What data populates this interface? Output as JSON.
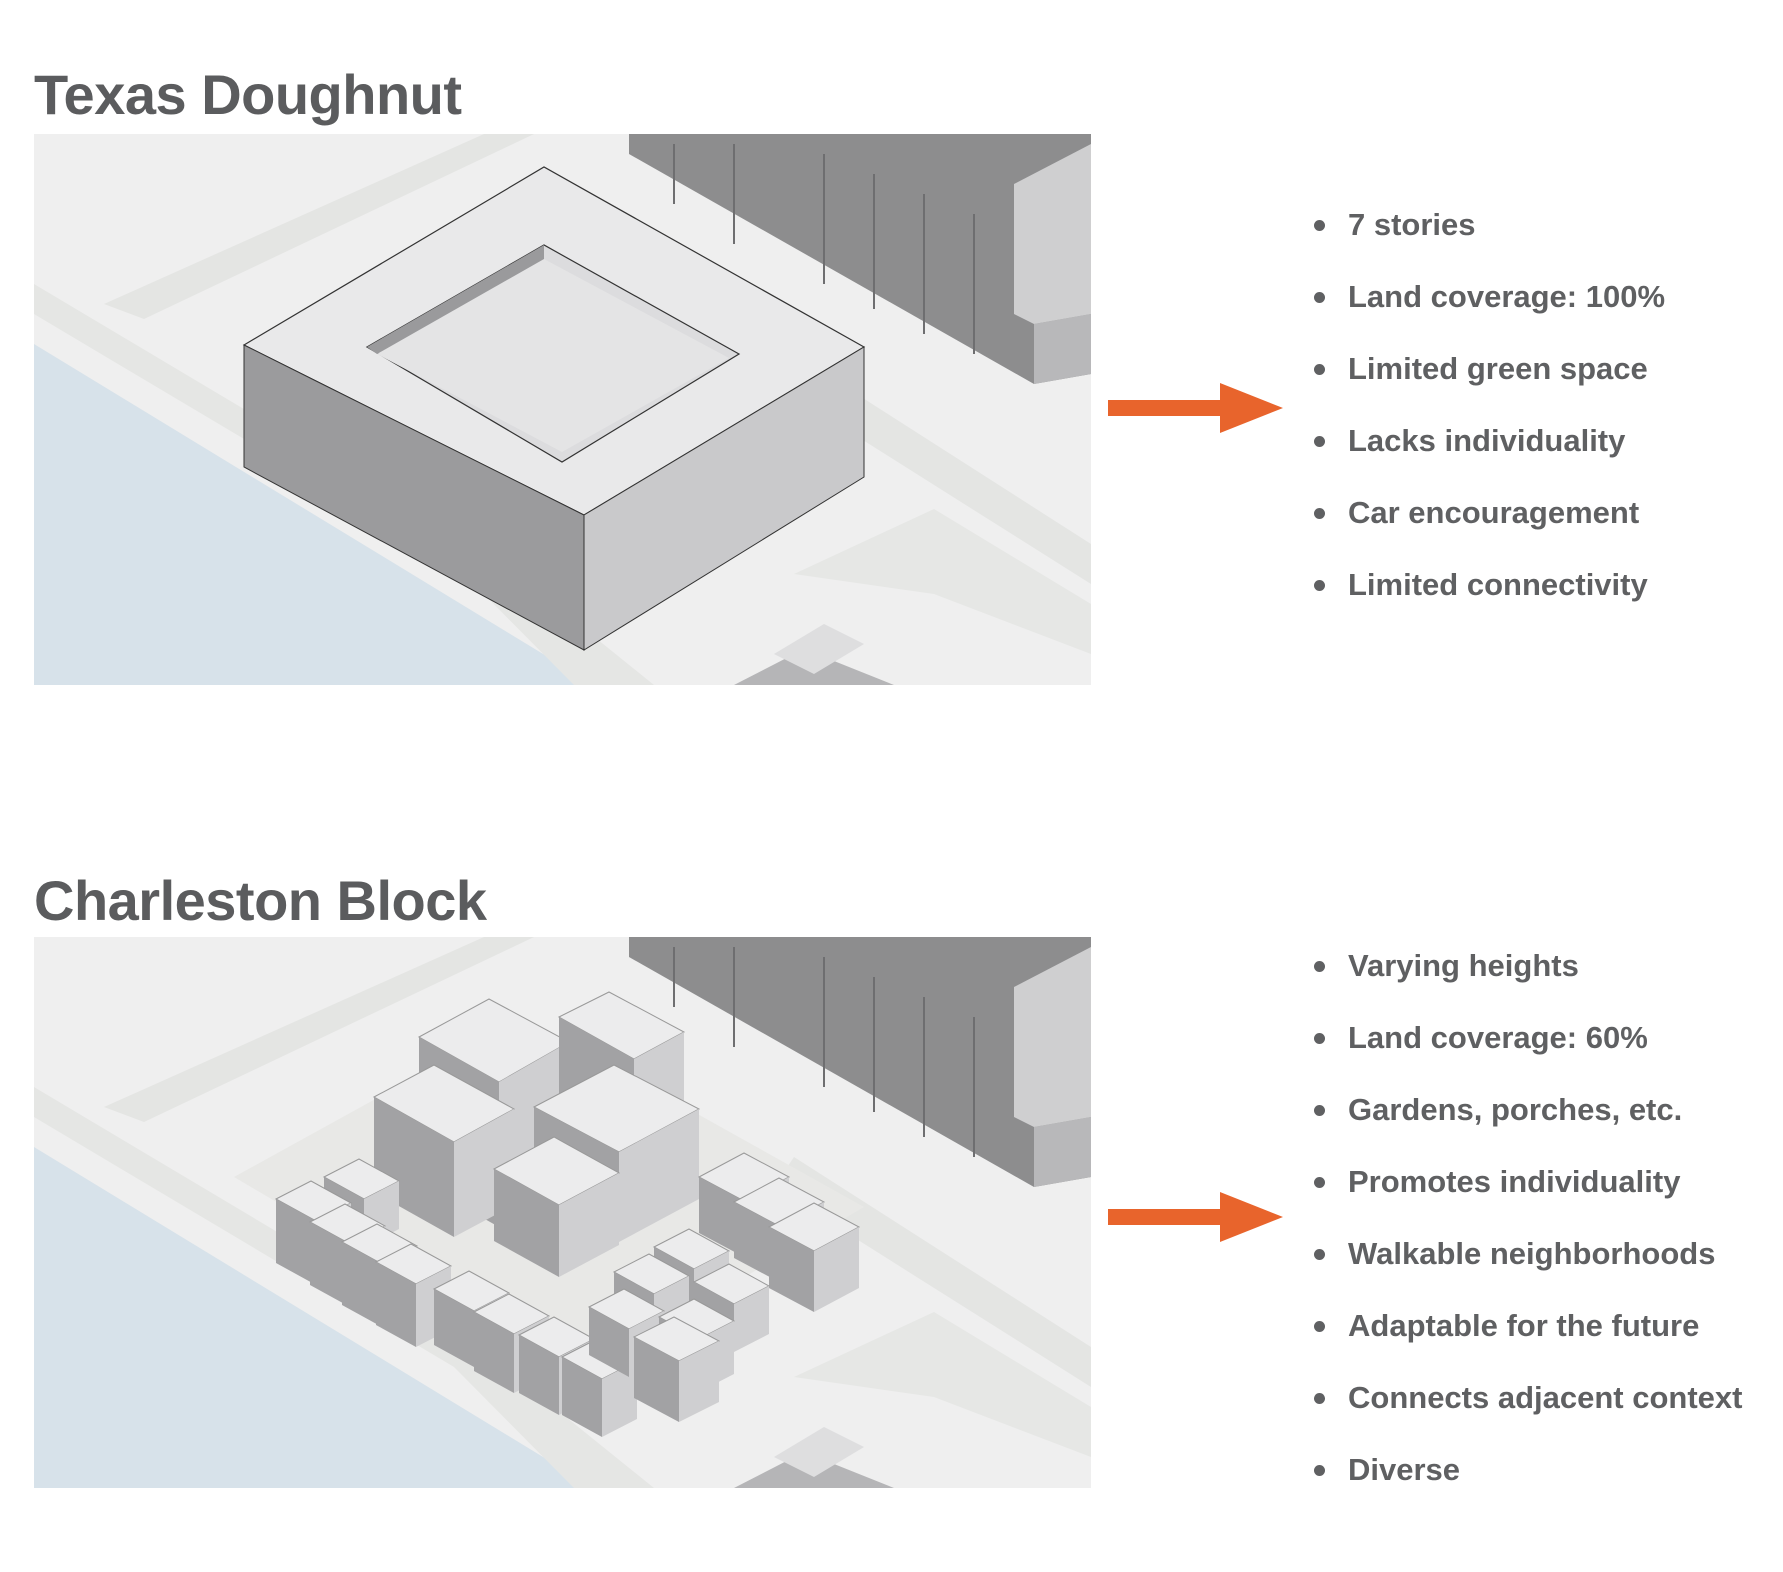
{
  "accent_color": "#e8642c",
  "sections": [
    {
      "title": "Texas Doughnut",
      "bullets": [
        "7 stories",
        "Land coverage: 100%",
        "Limited green space",
        "Lacks individuality",
        "Car encouragement",
        "Limited connectivity"
      ]
    },
    {
      "title": "Charleston Block",
      "bullets": [
        "Varying heights",
        "Land coverage: 60%",
        "Gardens, porches, etc.",
        "Promotes individuality",
        "Walkable neighborhoods",
        "Adaptable for the future",
        "Connects adjacent context",
        "Diverse"
      ]
    }
  ]
}
